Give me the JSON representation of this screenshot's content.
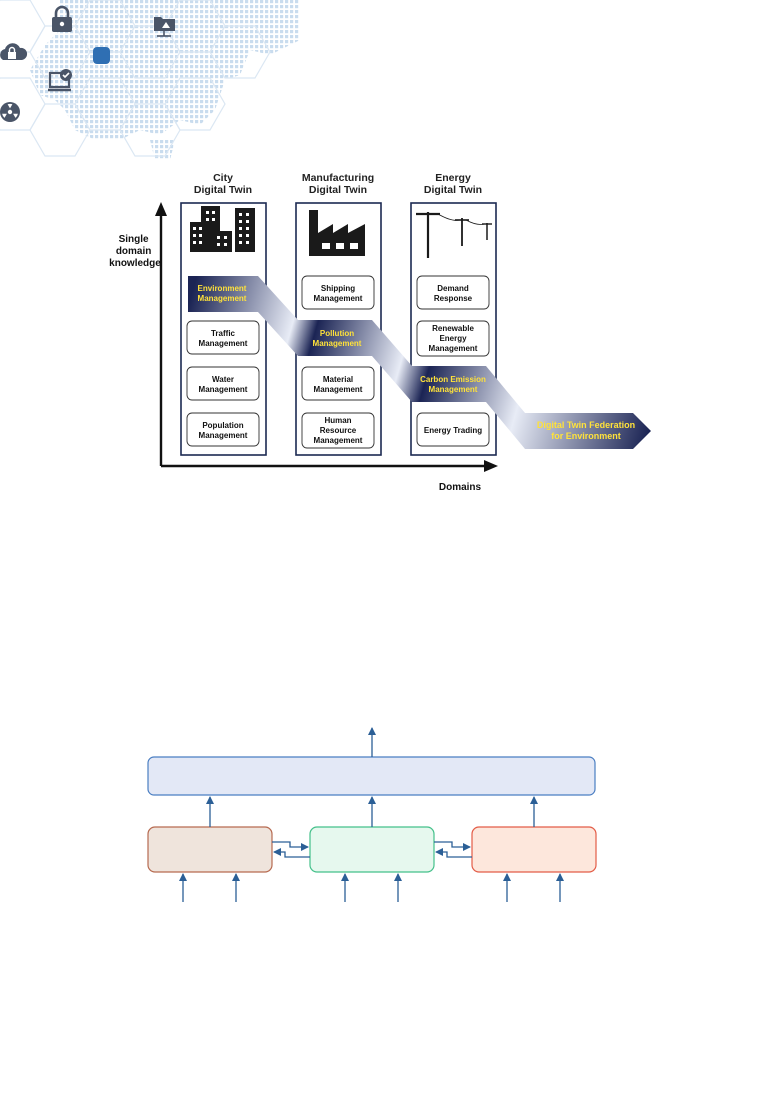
{
  "decor": {
    "icons": [
      "lock-icon",
      "folder-network-icon",
      "cloud-lock-icon",
      "square-icon",
      "monitor-check-icon",
      "radiation-icon"
    ],
    "accent": "#2f6fb3",
    "map_dot_color": "#c9dcee",
    "hex_line_color": "#dbe7f3"
  },
  "figure1": {
    "y_axis_label": [
      "Single",
      "domain",
      "knowledge"
    ],
    "x_axis_label": "Domains",
    "columns": [
      {
        "title": [
          "City",
          "Digital Twin"
        ],
        "icon": "city-buildings-icon",
        "items": [
          {
            "lines": [
              "Environment",
              "Management"
            ],
            "highlight": true
          },
          {
            "lines": [
              "Traffic",
              "Management"
            ],
            "highlight": false
          },
          {
            "lines": [
              "Water",
              "Management"
            ],
            "highlight": false
          },
          {
            "lines": [
              "Population",
              "Management"
            ],
            "highlight": false
          }
        ]
      },
      {
        "title": [
          "Manufacturing",
          "Digital Twin"
        ],
        "icon": "factory-icon",
        "items": [
          {
            "lines": [
              "Shipping",
              "Management"
            ],
            "highlight": false
          },
          {
            "lines": [
              "Pollution",
              "Management"
            ],
            "highlight": true
          },
          {
            "lines": [
              "Material",
              "Management"
            ],
            "highlight": false
          },
          {
            "lines": [
              "Human",
              "Resource",
              "Management"
            ],
            "highlight": false
          }
        ]
      },
      {
        "title": [
          "Energy",
          "Digital Twin"
        ],
        "icon": "power-line-icon",
        "items": [
          {
            "lines": [
              "Demand",
              "Response"
            ],
            "highlight": false
          },
          {
            "lines": [
              "Renewable",
              "Energy",
              "Management"
            ],
            "highlight": false
          },
          {
            "lines": [
              "Carbon Emission",
              "Management"
            ],
            "highlight": true
          },
          {
            "lines": [
              "Energy Trading"
            ],
            "highlight": false
          }
        ]
      }
    ],
    "federation_label": [
      "Digital Twin Federation",
      "for Environment"
    ],
    "colors": {
      "ribbon_dark": "#1b2454",
      "ribbon_light": "#ffffff",
      "highlight_text": "#ffe23a",
      "frame": "#1c2a52"
    }
  },
  "figure2": {
    "colors": {
      "top_fill": "#e3e8f6",
      "top_stroke": "#4a7ec2",
      "left_fill": "#efe4dc",
      "left_stroke": "#b66a50",
      "mid_fill": "#e6f8ee",
      "mid_stroke": "#44c08a",
      "right_fill": "#fde7dc",
      "right_stroke": "#e35c47",
      "arrow": "#2b5f96"
    }
  }
}
